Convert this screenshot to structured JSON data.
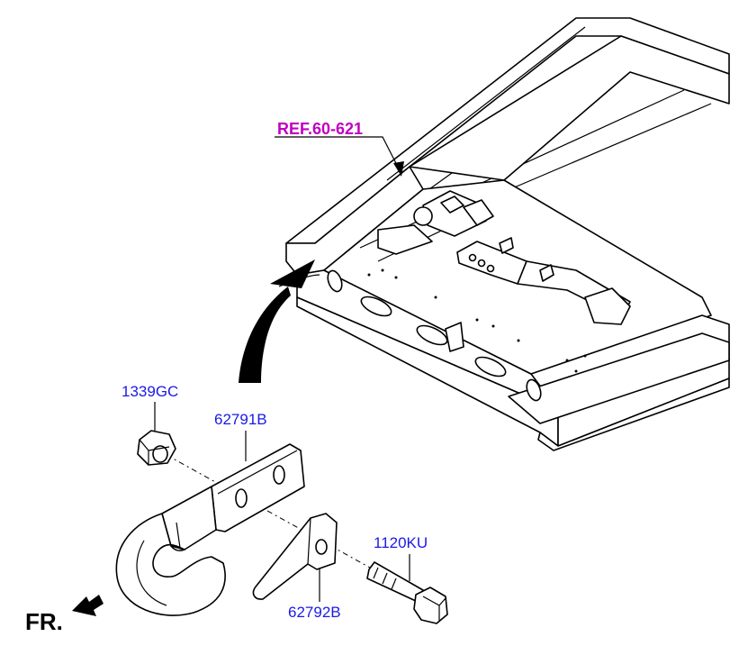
{
  "labels": {
    "ref": "REF.60-621",
    "nut": "1339GC",
    "hook": "62791B",
    "plate": "62792B",
    "bolt": "1120KU",
    "direction": "FR."
  }
}
